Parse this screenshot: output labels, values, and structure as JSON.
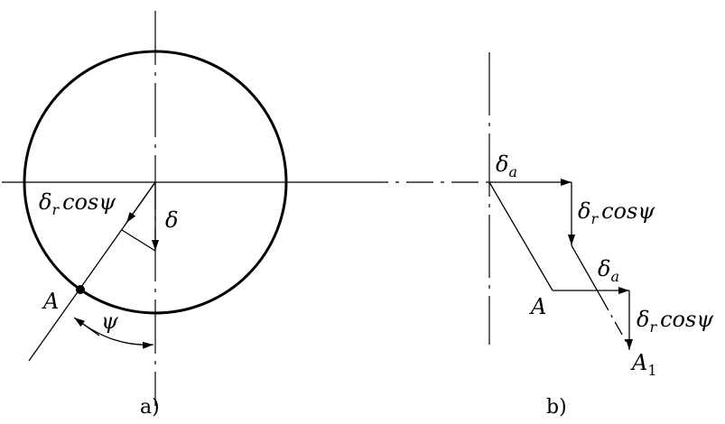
{
  "figure_a": {
    "caption": "a)",
    "point_label": "A",
    "angle_label": "ψ",
    "delta_label": "δ",
    "radial_label": {
      "sym": "δ",
      "sub": "r",
      "func": "cos",
      "angle": "ψ"
    }
  },
  "figure_b": {
    "caption": "b)",
    "delta_a_top": {
      "sym": "δ",
      "sub": "a"
    },
    "delta_r_top": {
      "sym": "δ",
      "sub": "r",
      "func": "cos",
      "angle": "ψ"
    },
    "delta_a_mid": {
      "sym": "δ",
      "sub": "a"
    },
    "delta_r_bottom": {
      "sym": "δ",
      "sub": "r",
      "func": "cos",
      "angle": "ψ"
    },
    "point_A": "A",
    "point_A1": {
      "sym": "A",
      "sub": "1"
    }
  }
}
